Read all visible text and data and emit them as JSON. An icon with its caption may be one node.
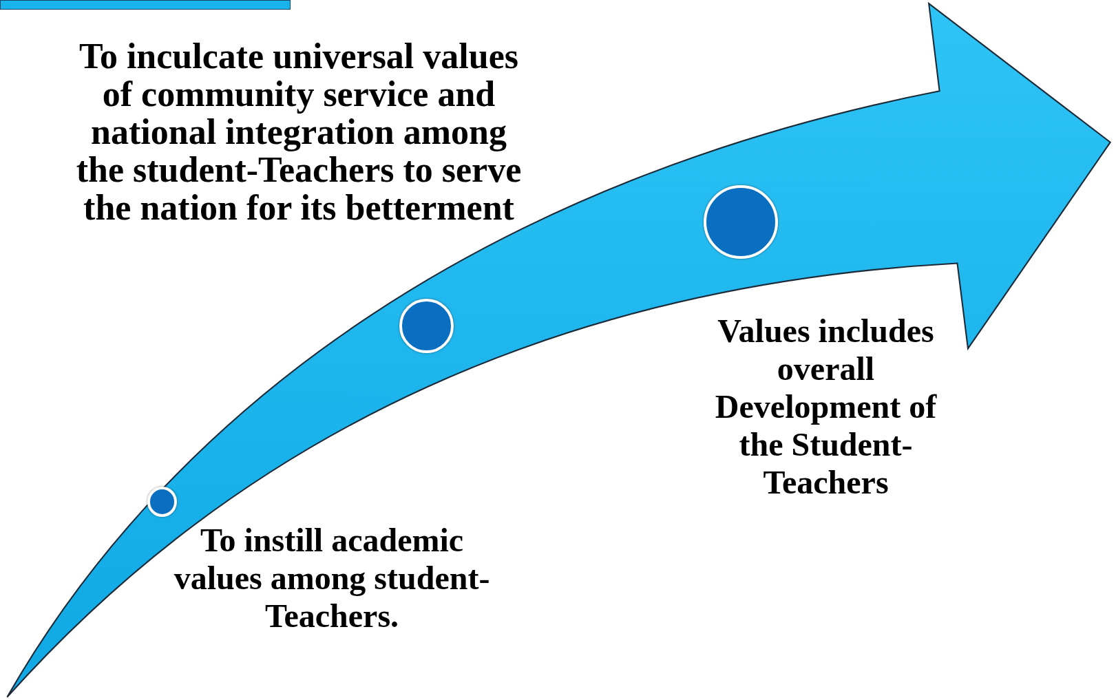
{
  "diagram": {
    "nodes": [
      {
        "text": [],
        "shape": "circle",
        "beside": [
          "To instill  academic values among student-Teachers."
        ]
      },
      {
        "text": [],
        "shape": "circle"
      },
      {
        "text": [],
        "shape": "circle",
        "beside": [
          "Values includes overall Development of the Student-Teachers"
        ]
      },
      {
        "text": [],
        "shape": "bar"
      }
    ],
    "labels": [
      "To inculcate universal values of community service and national integration among the student-Teachers to serve the nation for its betterment"
    ]
  }
}
